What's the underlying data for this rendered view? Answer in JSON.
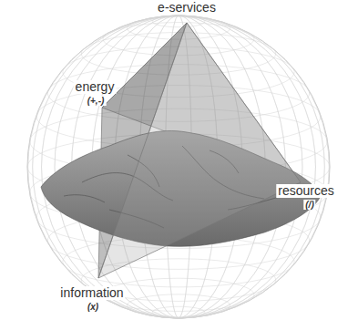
{
  "diagram": {
    "labels": [
      "e-services",
      "energy",
      "(+,-)",
      "resources",
      "(/)",
      "information",
      "(x)"
    ]
  }
}
